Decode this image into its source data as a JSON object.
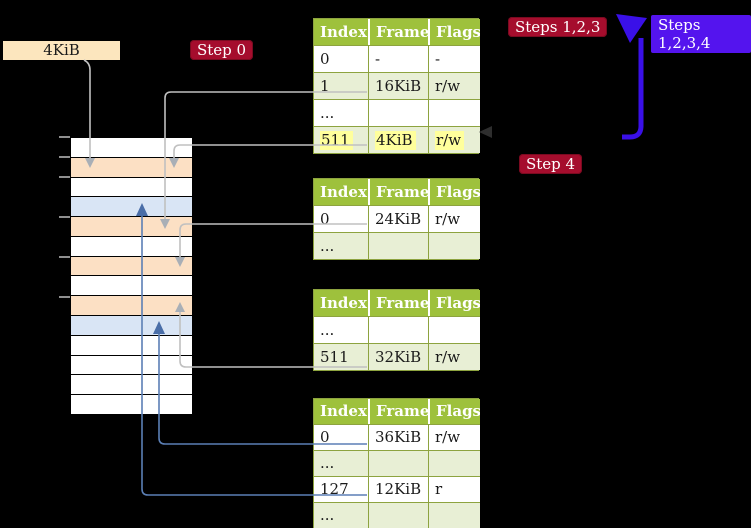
{
  "diagram_title": "page-table translation diagram",
  "frame_label": {
    "text": "4KiB"
  },
  "badges": {
    "step0": "Step 0",
    "steps123": "Steps 1,2,3",
    "steps1234": "Steps 1,2,3,4",
    "step4": "Step 4"
  },
  "tables": [
    {
      "id": "p4",
      "headers": [
        "Index",
        "Frame",
        "Flags"
      ],
      "rows": [
        {
          "cells": [
            "0",
            "-",
            "-"
          ],
          "shaded": false,
          "highlighted": false
        },
        {
          "cells": [
            "1",
            "16KiB",
            "r/w"
          ],
          "shaded": true,
          "highlighted": false
        },
        {
          "cells": [
            "...",
            "",
            ""
          ],
          "shaded": false,
          "highlighted": false
        },
        {
          "cells": [
            "511",
            "4KiB",
            "r/w"
          ],
          "shaded": true,
          "highlighted": true
        }
      ]
    },
    {
      "id": "p3",
      "headers": [
        "Index",
        "Frame",
        "Flags"
      ],
      "rows": [
        {
          "cells": [
            "0",
            "24KiB",
            "r/w"
          ],
          "shaded": false,
          "highlighted": false
        },
        {
          "cells": [
            "...",
            "",
            ""
          ],
          "shaded": true,
          "highlighted": false
        }
      ]
    },
    {
      "id": "p2",
      "headers": [
        "Index",
        "Frame",
        "Flags"
      ],
      "rows": [
        {
          "cells": [
            "...",
            "",
            ""
          ],
          "shaded": false,
          "highlighted": false
        },
        {
          "cells": [
            "511",
            "32KiB",
            "r/w"
          ],
          "shaded": true,
          "highlighted": false
        }
      ]
    },
    {
      "id": "p1",
      "headers": [
        "Index",
        "Frame",
        "Flags"
      ],
      "rows": [
        {
          "cells": [
            "0",
            "36KiB",
            "r/w"
          ],
          "shaded": false,
          "highlighted": false
        },
        {
          "cells": [
            "...",
            "",
            ""
          ],
          "shaded": true,
          "highlighted": false
        },
        {
          "cells": [
            "127",
            "12KiB",
            "r"
          ],
          "shaded": false,
          "highlighted": false
        },
        {
          "cells": [
            "...",
            "",
            ""
          ],
          "shaded": true,
          "highlighted": false
        }
      ]
    }
  ],
  "stack": {
    "rows": [
      {
        "type": "free",
        "color": "#ffffff"
      },
      {
        "type": "table",
        "color": "#fce0c4"
      },
      {
        "type": "free",
        "color": "#ffffff"
      },
      {
        "type": "page",
        "color": "#d9e5f5"
      },
      {
        "type": "table",
        "color": "#fce0c4"
      },
      {
        "type": "free",
        "color": "#ffffff"
      },
      {
        "type": "table",
        "color": "#fce0c4"
      },
      {
        "type": "free",
        "color": "#ffffff"
      },
      {
        "type": "table",
        "color": "#fce0c4"
      },
      {
        "type": "page",
        "color": "#d9e5f5"
      },
      {
        "type": "free",
        "color": "#ffffff"
      },
      {
        "type": "free",
        "color": "#ffffff"
      },
      {
        "type": "free",
        "color": "#ffffff"
      },
      {
        "type": "free",
        "color": "#ffffff"
      }
    ]
  },
  "colors": {
    "background": "#000000",
    "table_header_bg": "#9ec13c",
    "table_header_text": "#ffffff",
    "table_border": "#8da33f",
    "table_row_shade": "#e8efd5",
    "highlight_yellow": "#ffff9c",
    "badge_red": "#a50d2d",
    "badge_blue": "#5414ee",
    "badge_text": "#ffffff",
    "frame_label_bg": "#fce6be",
    "connector_gray": "#c0c0c0",
    "arrowhead_gray": "#a9afb6",
    "connector_blue": "#5b7fb5",
    "arrowhead_blue": "#4a6ea8",
    "big_arrow_blue": "#3a10e8",
    "tick_gray": "#8f8f8f",
    "entry_arrowhead_dark": "#2e2e2e"
  },
  "arrows": {
    "label_to_frame": "4KiB label points to table frame at 4KiB",
    "p4_entry1_to_16kib": "P4 entry 1 points to frame 16KiB",
    "p4_entry511_to_4kib": "P4 entry 511 points to frame 4KiB",
    "p3_entry0_to_24kib": "entry 0 points to frame 24KiB",
    "p2_entry511_to_32kib": "entry 511 points to frame 32KiB",
    "p1_entry0_to_36kib": "entry 0 points to page frame 36KiB",
    "p1_entry127_to_12kib": "entry 127 points to page frame 12KiB",
    "recursive_loop": "entry 511 loops back to the table itself"
  }
}
